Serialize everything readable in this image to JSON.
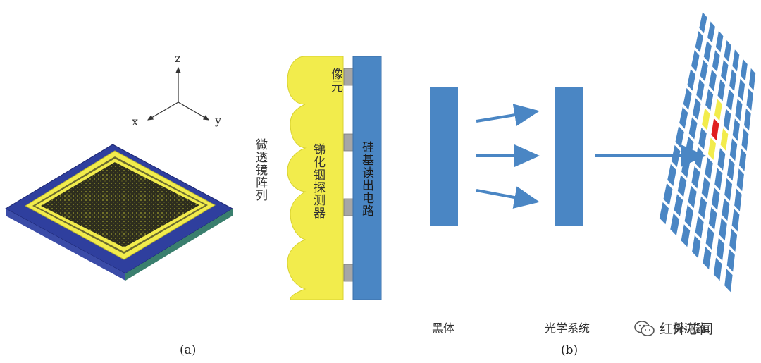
{
  "panel_a": {
    "axes": {
      "z": "z",
      "x": "x",
      "y": "y"
    },
    "caption": "(a)"
  },
  "panel_b": {
    "microlens_label": "微透镜阵列",
    "pixel_label": "像元",
    "detector_label": "锑化铟探测器",
    "readout_label": "硅基读出电路",
    "blackbody_label": "黑体",
    "optics_label": "光学系统",
    "detector_array_label": "探测器",
    "caption": "(b)"
  },
  "watermark": {
    "text": "红外芯闻",
    "icon": "wechat-icon"
  },
  "colors": {
    "blue": "#4a86c4",
    "yellow": "#f2ec4c",
    "red": "#e01f1f",
    "dark_blue": "#2f3f9e",
    "teal": "#3a7f6e",
    "grey": "#a6a6a6"
  }
}
